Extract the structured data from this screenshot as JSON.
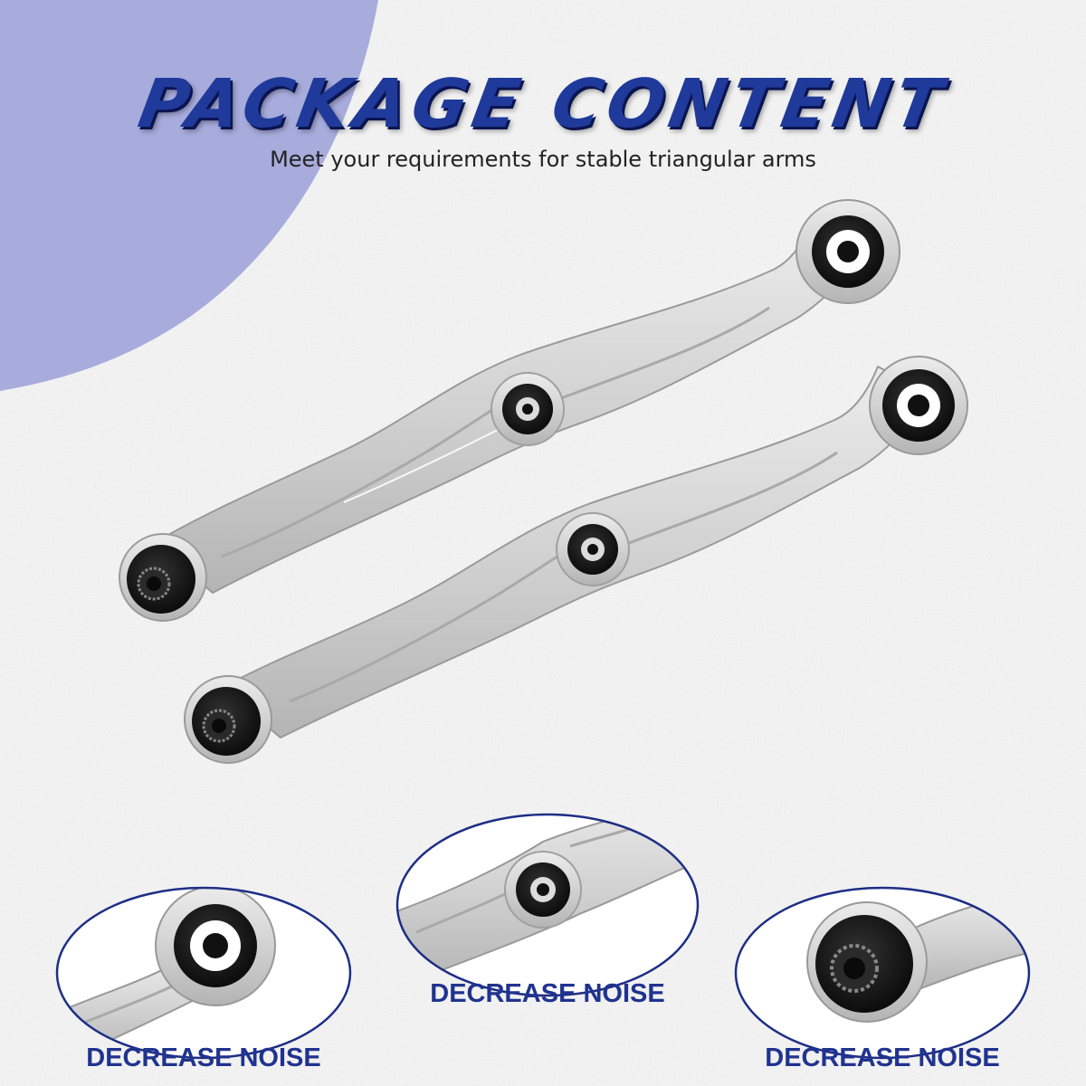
{
  "header": {
    "title": "PACKAGE CONTENT",
    "subtitle": "Meet your requirements for stable triangular arms"
  },
  "callouts": [
    {
      "label": "DECREASE NOISE"
    },
    {
      "label": "DECREASE NOISE"
    },
    {
      "label": "DECREASE NOISE"
    }
  ],
  "colors": {
    "title_blue": "#1f3a9a",
    "accent_lavender": "#a8acdc",
    "ellipse_border": "#1e2e86",
    "metal": "#d4d4d4",
    "bushing": "#141414"
  }
}
